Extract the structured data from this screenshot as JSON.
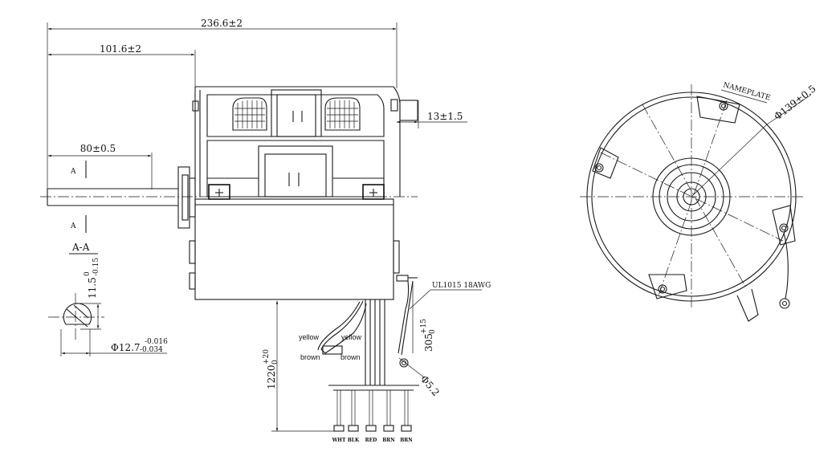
{
  "dimensions": {
    "overall_length": "236.6±2",
    "shaft_to_mount": "101.6±2",
    "shaft_length": "80±0.5",
    "rear_boss": "13±1.5",
    "section_label": "A-A",
    "section_mark_top": "A",
    "section_mark_bottom": "A",
    "flat_depth_base": "11.5",
    "flat_depth_tol_upper": "0",
    "flat_depth_tol_lower": "-0.15",
    "shaft_diameter_base": "Φ12.7",
    "shaft_diameter_tol_upper": "-0.016",
    "shaft_diameter_tol_lower": "-0.034",
    "lead_length_base": "1220",
    "lead_length_tol_upper": "+20",
    "lead_length_tol_lower": "0",
    "ground_lead_base": "305",
    "ground_lead_tol_upper": "+15",
    "ground_lead_tol_lower": "0",
    "ring_terminal": "Φ5.2",
    "body_diameter": "Φ139±0.5"
  },
  "labels": {
    "wire_spec": "UL1015 18AWG",
    "nameplate": "NAMEPLATE",
    "wire_yellow_left": "yellow",
    "wire_yellow_right": "yellow",
    "wire_brown_left": "brown",
    "wire_brown_right": "brown"
  },
  "terminals": [
    "WHT",
    "BLK",
    "RED",
    "BRN",
    "BRN"
  ]
}
